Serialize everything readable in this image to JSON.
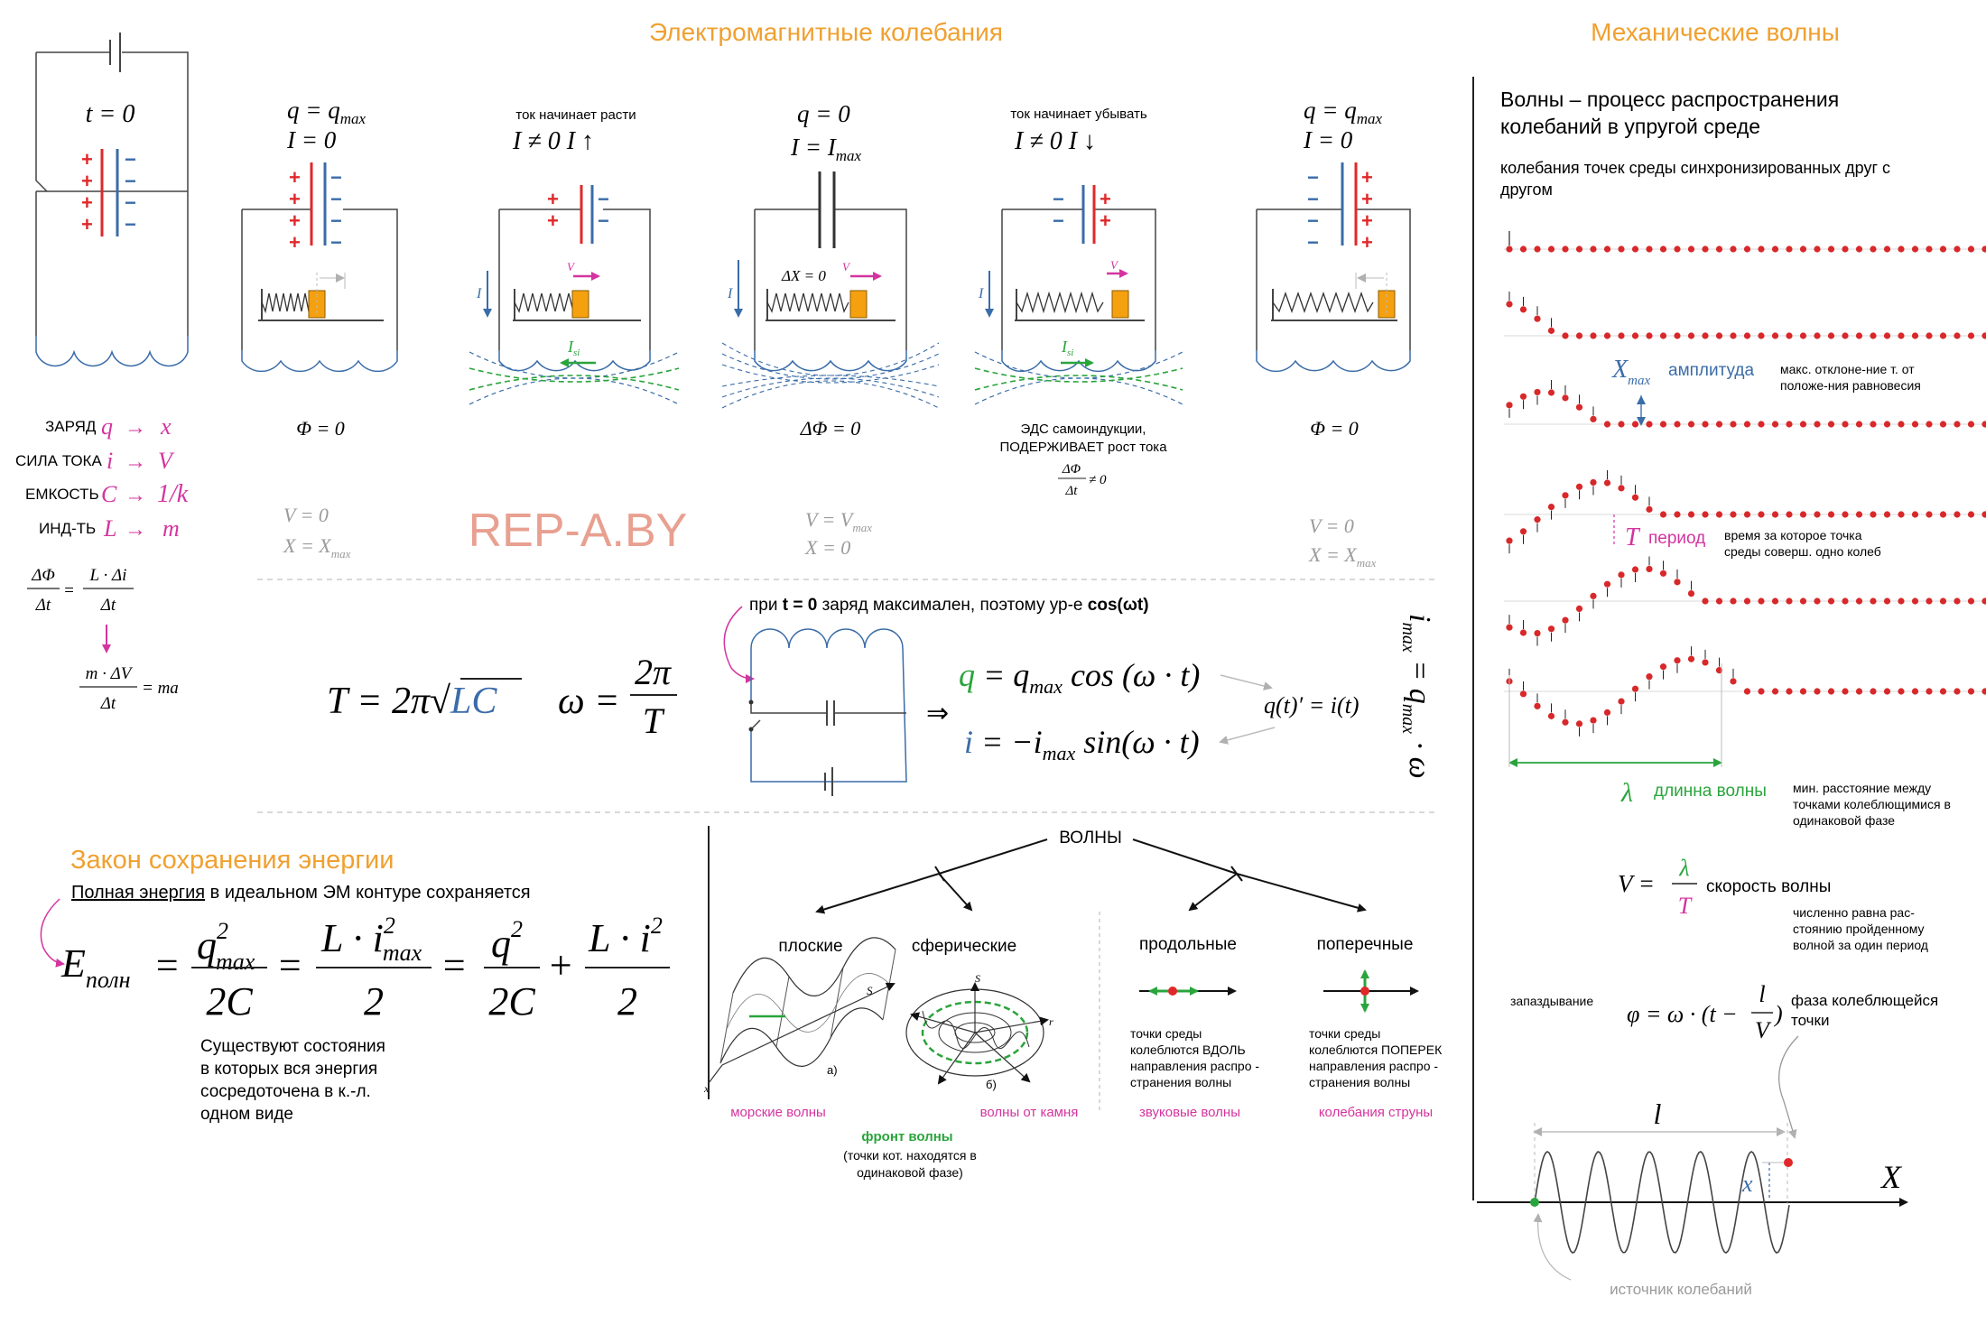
{
  "headings": {
    "em": "Электромагнитные колебания",
    "mech": "Механические волны",
    "energy": "Закон сохранения энергии"
  },
  "colors": {
    "accent_orange": "#f0a030",
    "magenta": "#d4349f",
    "green": "#2aa43c",
    "blue": "#3a6ca8",
    "red": "#e0282a",
    "watermark": "#e8a090"
  },
  "watermark": "REP-A.BY",
  "circuit0": {
    "t": "t = 0"
  },
  "analogies": [
    {
      "label": "ЗАРЯД",
      "em": "q",
      "mech": "x"
    },
    {
      "label": "СИЛА ТОКА",
      "em": "i",
      "mech": "V"
    },
    {
      "label": "ЕМКОСТЬ",
      "em": "C",
      "mech": "1/k"
    },
    {
      "label": "ИНД-ТЬ",
      "em": "L",
      "mech": "m"
    }
  ],
  "derivation": {
    "line1_num": "ΔΦ",
    "line1_den": "Δt",
    "line1_rhs_num": "L · Δi",
    "line1_rhs_den": "Δt",
    "line2_num": "m · ΔV",
    "line2_den": "Δt",
    "line2_rhs": "= ma"
  },
  "stages": [
    {
      "note": "",
      "line1": "q = q",
      "sub1": "max",
      "line2": "I = 0",
      "flux": "Φ = 0",
      "mech1": "V = 0",
      "mech2": "X = X",
      "mechsub": "max"
    },
    {
      "note": "ток начинает расти",
      "line1": "I ≠ 0   I ↑",
      "sub1": "",
      "line2": "",
      "flux": "",
      "mech1": "",
      "mech2": "",
      "mechsub": ""
    },
    {
      "note": "",
      "line1": "q = 0",
      "sub1": "",
      "line2": "I = I",
      "sub2": "max",
      "flux": "ΔΦ = 0",
      "mech1": "V = V",
      "mech1sub": "max",
      "mech2": "X = 0",
      "mechsub": ""
    },
    {
      "note": "ток начинает убывать",
      "line1": "I ≠ 0   I ↓",
      "sub1": "",
      "line2": "",
      "flux": "",
      "emf1": "ЭДС самоиндукции,",
      "emf2": "ПОДЕРЖИВАЕТ рост тока",
      "mech1": "",
      "mech2": "",
      "mechsub": ""
    },
    {
      "note": "",
      "line1": "q = q",
      "sub1": "max",
      "line2": "I = 0",
      "flux": "Φ = 0",
      "mech1": "V = 0",
      "mech2": "X = X",
      "mechsub": "max"
    }
  ],
  "labels": {
    "V": "V",
    "I": "I",
    "Isi": "I",
    "Isi_sub": "si",
    "dX": "ΔX = 0",
    "dphi_num": "ΔΦ",
    "dphi_den": "Δt",
    "dphi_ne": "≠ 0"
  },
  "formulas": {
    "period": "T = 2π√",
    "period_lc": "LC",
    "omega_lhs": "ω =",
    "omega_num": "2π",
    "omega_den": "T",
    "t0_note_pre": "при",
    "t0_note_bold": "t = 0",
    "t0_note_mid": "заряд максимален, поэтому ур-е",
    "t0_note_func": "cos(ωt)",
    "implies": "⇒",
    "q_eq_pre": "q",
    "q_eq": "= q",
    "q_eq_sub": "max",
    "q_eq_tail": "cos (ω · t)",
    "i_eq_pre": "i",
    "i_eq": "= −i",
    "i_eq_sub": "max",
    "i_eq_tail": "sin(ω · t)",
    "derivative": "q(t)′ = i(t)",
    "imax_rot": "i",
    "imax_rot_sub": "max",
    "imax_rot_tail": "= q",
    "imax_rot_sub2": "max",
    "imax_rot_end": "· ω"
  },
  "energy": {
    "underlined": "Полная энергия",
    "rest": "в идеальном ЭМ контуре сохраняется",
    "E": "E",
    "E_sub": "полн",
    "f1_num": "q",
    "f1_sup": "2",
    "f1_sub": "max",
    "f1_den": "2C",
    "f2_num": "L · i",
    "f2_sup": "2",
    "f2_sub": "max",
    "f2_den": "2",
    "f3_num": "q",
    "f3_sup": "2",
    "f3_den": "2C",
    "f4_num": "L · i",
    "f4_sup": "2",
    "f4_den": "2",
    "note1": "Существуют   состояния",
    "note2": "в  которых  вся  энергия",
    "note3": "сосредоточена    в    к.-л.",
    "note4": "одном виде"
  },
  "waves": {
    "root": "ВОЛНЫ",
    "plane": "плоские",
    "spherical": "сферические",
    "longitudinal": "продольные",
    "transverse": "поперечные",
    "sea": "морские волны",
    "stone": "волны от камня",
    "front": "фронт волны",
    "front_note1": "(точки кот. находятся в",
    "front_note2": "одинаковой фазе)",
    "long_note1": "точки среды",
    "long_note2": "колеблются ВДОЛЬ",
    "long_note3": "направления распро -",
    "long_note4": "странения волны",
    "tr_note1": "точки среды",
    "tr_note2": "колеблются ПОПЕРЕК",
    "tr_note3": "направления распро -",
    "tr_note4": "странения волны",
    "sound": "звуковые  волны",
    "string": "колебания струны",
    "fig_a": "а)",
    "fig_b": "б)",
    "axis_s": "S",
    "axis_x": "x",
    "axis_r": "r"
  },
  "mech": {
    "def1": "Волны – процесс распространения",
    "def2": "колебаний в упругой среде",
    "sync1": "колебания точек среды синхронизированных друг с",
    "sync2": "другом",
    "amp_sym": "X",
    "amp_sub": "max",
    "amp_word": "амплитуда",
    "amp_note1": "макс. отклоне-ние т. от",
    "amp_note2": "положе-ния равновесия",
    "per_sym": "T",
    "per_word": "период",
    "per_note1": "время за которое точка",
    "per_note2": "среды соверш. одно колеб",
    "lam_sym": "λ",
    "lam_word": "длинна волны",
    "lam_note1": "мин.   расстояние   между",
    "lam_note2": "точками колеблющимися в",
    "lam_note3": "одинаковой фазе",
    "speed_V": "V =",
    "speed_num": "λ",
    "speed_den": "T",
    "speed_word": "скорость волны",
    "speed_note1": "численно      равна     рас-",
    "speed_note2": "стоянию         пройденному",
    "speed_note3": "волной за один период",
    "delay": "запаздывание",
    "phase_lhs": "φ = ω · (t −",
    "phase_num": "l",
    "phase_den": "V",
    "phase_rhs": ")",
    "phase_word1": "фаза колеблющейся",
    "phase_word2": "точки",
    "graph_l": "l",
    "graph_x": "x",
    "graph_X": "X",
    "source": "источник колебаний"
  }
}
